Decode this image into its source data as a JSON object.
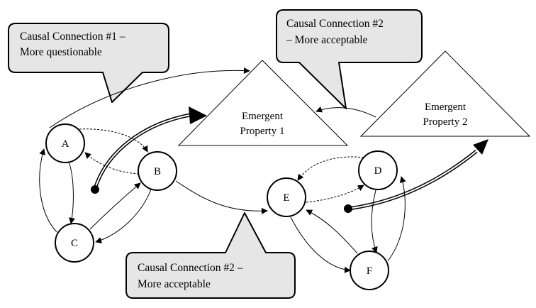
{
  "diagram": {
    "type": "causal-network",
    "nodes": [
      {
        "id": "A",
        "label": "A"
      },
      {
        "id": "B",
        "label": "B"
      },
      {
        "id": "C",
        "label": "C"
      },
      {
        "id": "D",
        "label": "D"
      },
      {
        "id": "E",
        "label": "E"
      },
      {
        "id": "F",
        "label": "F"
      }
    ],
    "properties": [
      {
        "id": "P1",
        "label_line1": "Emergent",
        "label_line2": "Property 1"
      },
      {
        "id": "P2",
        "label_line1": "Emergent",
        "label_line2": "Property 2"
      }
    ],
    "callouts": [
      {
        "id": "c1",
        "line1": "Causal Connection #1 –",
        "line2": "More questionable",
        "fill": "#e6e6e6"
      },
      {
        "id": "c2",
        "line1": "Causal Connection #2",
        "line2": "– More acceptable",
        "fill": "#e6e6e6"
      },
      {
        "id": "c3",
        "line1": "Causal Connection #2 –",
        "line2": "More acceptable",
        "fill": "#e6e6e6"
      }
    ],
    "edges": [
      {
        "from": "A",
        "to": "B",
        "style": "dashed"
      },
      {
        "from": "B",
        "to": "A",
        "style": "dashed"
      },
      {
        "from": "A",
        "to": "C",
        "style": "solid"
      },
      {
        "from": "C",
        "to": "A",
        "style": "solid"
      },
      {
        "from": "C",
        "to": "B",
        "style": "solid"
      },
      {
        "from": "B",
        "to": "C",
        "style": "solid"
      },
      {
        "from": "E",
        "to": "D",
        "style": "dashed"
      },
      {
        "from": "D",
        "to": "E",
        "style": "dashed"
      },
      {
        "from": "D",
        "to": "F",
        "style": "solid"
      },
      {
        "from": "F",
        "to": "D",
        "style": "solid"
      },
      {
        "from": "E",
        "to": "F",
        "style": "solid"
      },
      {
        "from": "F",
        "to": "E",
        "style": "solid"
      },
      {
        "from": "A",
        "to": "P1",
        "style": "solid",
        "note": "causal connection #1"
      },
      {
        "from": "B",
        "to": "E",
        "style": "solid",
        "note": "causal connection #2"
      },
      {
        "from": "P2",
        "to": "P1",
        "style": "solid",
        "note": "causal connection #2"
      },
      {
        "from": "ABC-group",
        "to": "P1",
        "style": "double"
      },
      {
        "from": "DEF-group",
        "to": "P2",
        "style": "double"
      }
    ]
  }
}
